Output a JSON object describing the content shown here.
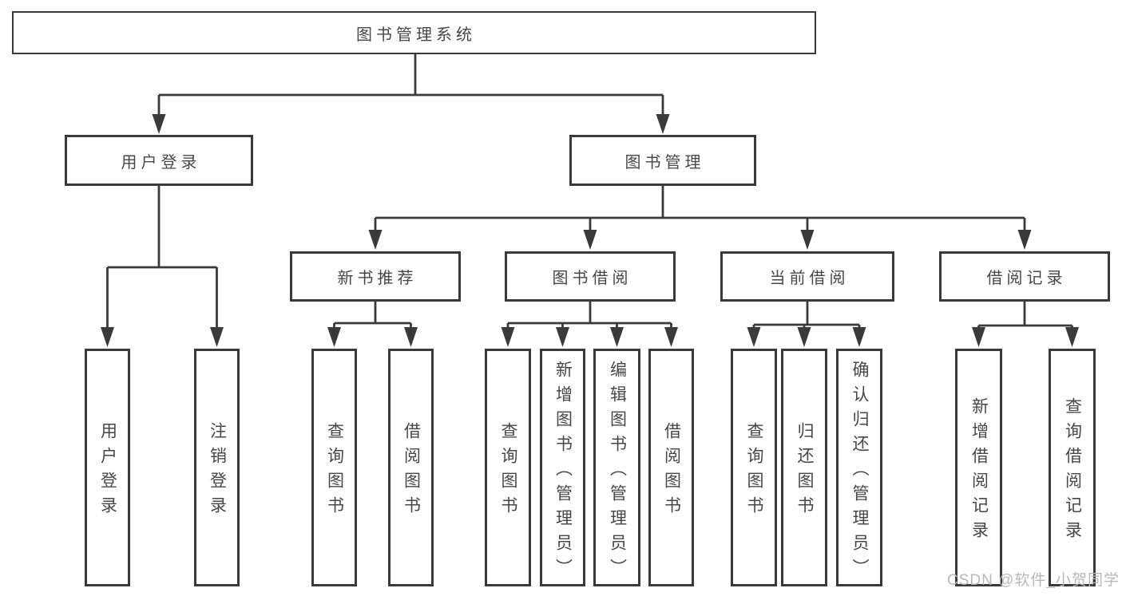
{
  "diagram": {
    "type": "hierarchy-tree",
    "root": {
      "label": "图书管理系统",
      "children": [
        {
          "label": "用户登录",
          "children": [
            {
              "label": "用户登录"
            },
            {
              "label": "注销登录"
            }
          ]
        },
        {
          "label": "图书管理",
          "children": [
            {
              "label": "新书推荐",
              "children": [
                {
                  "label": "查询图书"
                },
                {
                  "label": "借阅图书"
                }
              ]
            },
            {
              "label": "图书借阅",
              "children": [
                {
                  "label": "查询图书"
                },
                {
                  "label": "新增图书（管理员）"
                },
                {
                  "label": "编辑图书（管理员）"
                },
                {
                  "label": "借阅图书"
                }
              ]
            },
            {
              "label": "当前借阅",
              "children": [
                {
                  "label": "查询图书"
                },
                {
                  "label": "归还图书"
                },
                {
                  "label": "确认归还（管理员）"
                }
              ]
            },
            {
              "label": "借阅记录",
              "children": [
                {
                  "label": "新增借阅记录"
                },
                {
                  "label": "查询借阅记录"
                }
              ]
            }
          ]
        }
      ]
    }
  },
  "watermark": {
    "text": "CSDN @软件_小贺同学"
  },
  "colors": {
    "line": "#3a3a3a",
    "border": "#3a3a3a",
    "text": "#474747",
    "watermark": "#b8b8b8",
    "background": "#ffffff"
  }
}
